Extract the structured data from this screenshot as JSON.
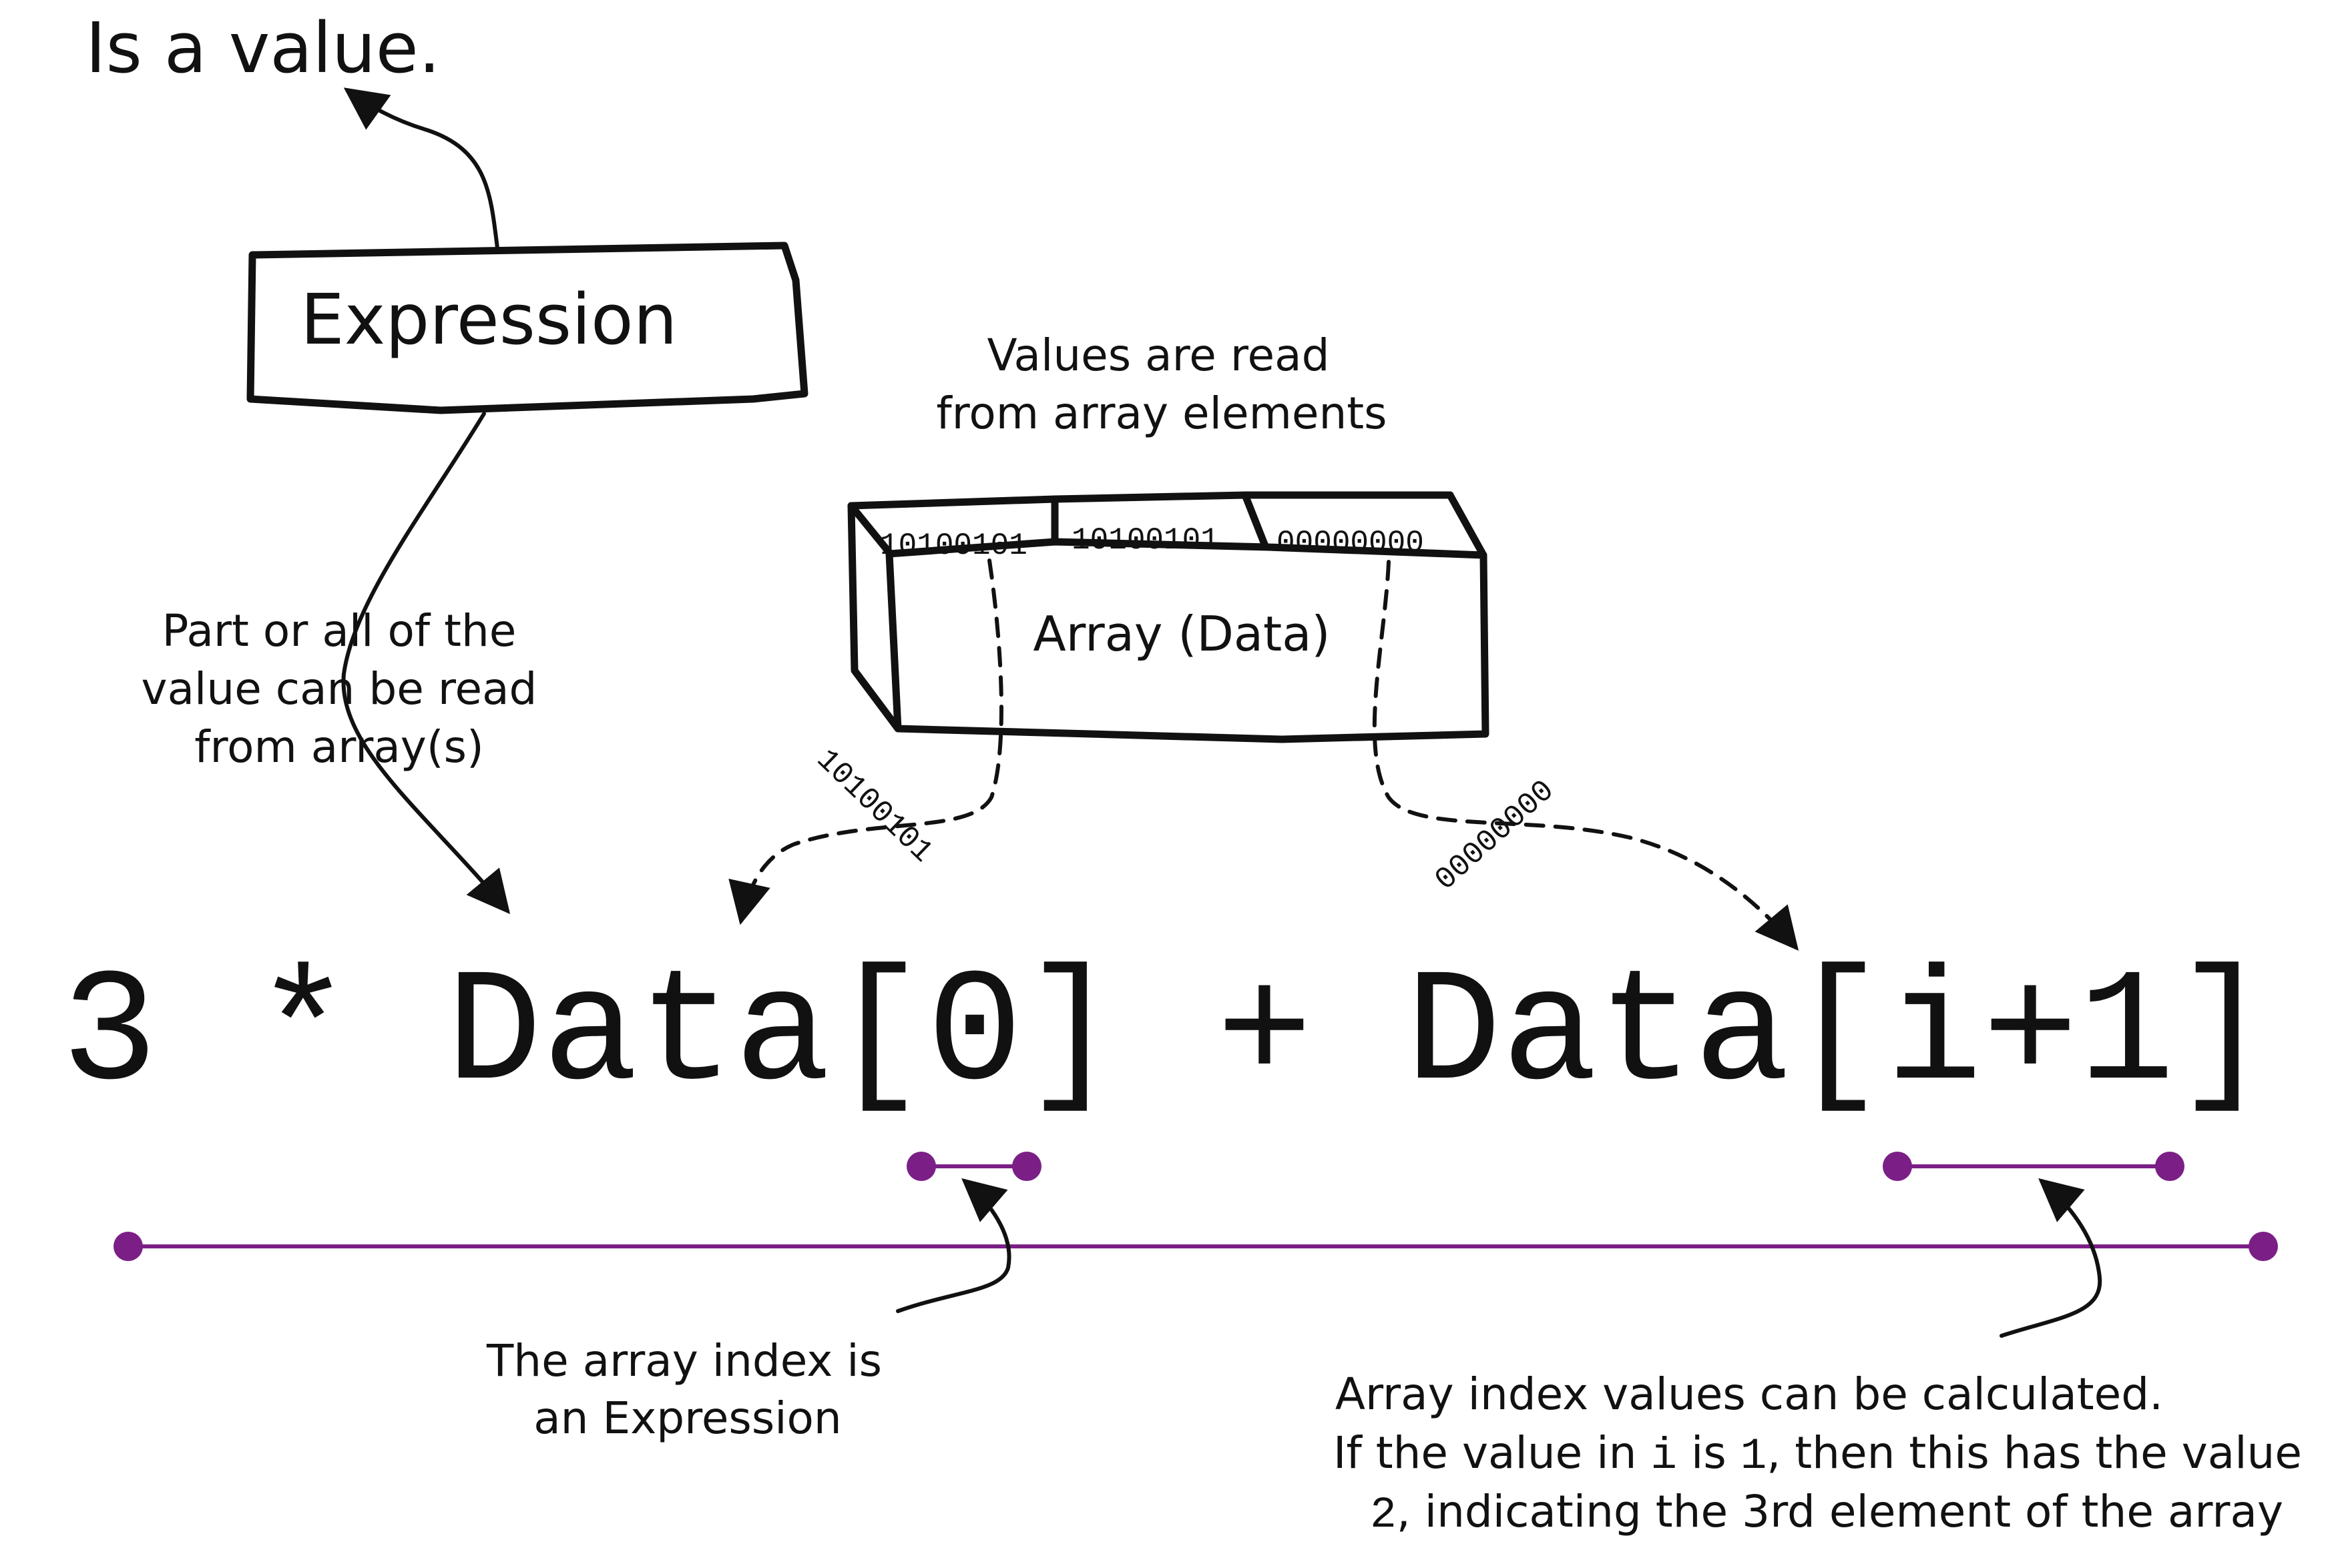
{
  "top_label": "Is a value.",
  "expression_box": {
    "label": "Expression"
  },
  "values_read_note": [
    "Values are read",
    "from array elements"
  ],
  "array": {
    "label": "Array (Data)",
    "cells": [
      "10100101",
      "10100101",
      "00000000"
    ]
  },
  "part_note": [
    "Part or all of the",
    "value can be read",
    "from array(s)"
  ],
  "flow_bits": {
    "left": "10100101",
    "right": "00000000"
  },
  "expression": {
    "tokens": [
      "3",
      "*",
      "Data[0]",
      "+",
      "Data[i+1]"
    ]
  },
  "index_note": [
    "The array index is",
    "an Expression"
  ],
  "calc_note": {
    "line1": "Array index values can be calculated.",
    "line2_a": "If the value in ",
    "line2_var": "i",
    "line2_b": " is ",
    "line2_val": "1",
    "line2_c": ", then this has the value",
    "line3_val": "2",
    "line3_rest": ", indicating the 3rd element of the array"
  },
  "colors": {
    "ink": "#111111",
    "span_purple": "#7b1f86"
  }
}
